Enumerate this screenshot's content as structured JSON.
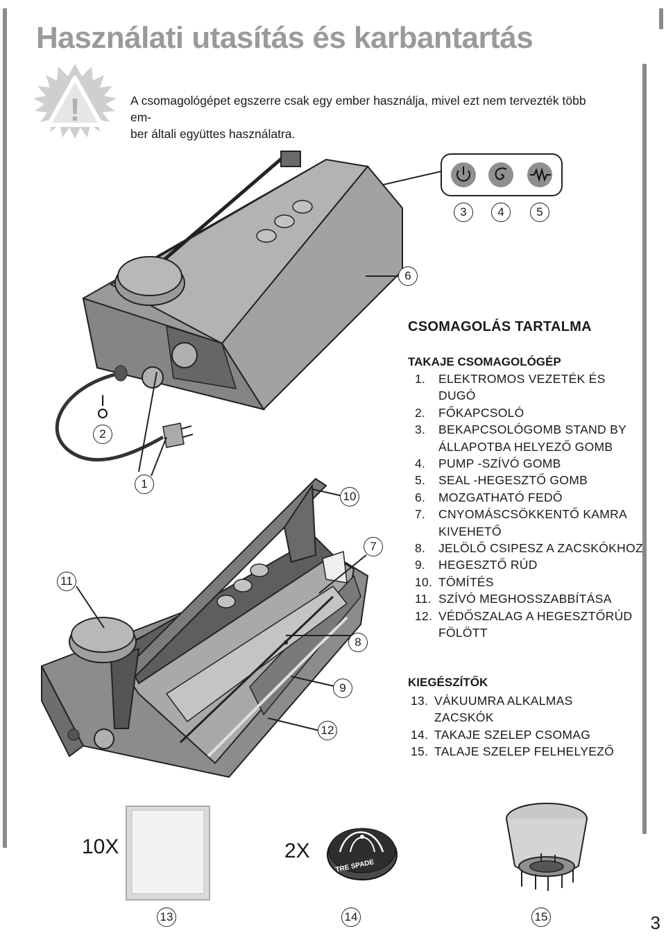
{
  "title": "Használati utasítás és karbantartás",
  "warning": {
    "icon": "warning-triangle-icon",
    "text_line1": "A csomagológépet egszerre csak egy ember használja, mivel ezt nem tervezték több em-",
    "text_line2": "ber általi együttes használatra."
  },
  "callouts": [
    "1",
    "2",
    "3",
    "4",
    "5",
    "6",
    "7",
    "8",
    "9",
    "10",
    "11",
    "12",
    "13",
    "14",
    "15"
  ],
  "control_icons": [
    "power-icon",
    "spiral-pump-icon",
    "seal-heater-icon"
  ],
  "contents": {
    "heading": "CSOMAGOLÁS TARTALMA",
    "machine_heading": "TAKAJE CSOMAGOLÓGÉP",
    "items": [
      {
        "n": "1.",
        "lines": [
          "ELEKTROMOS VEZETÉK ÉS",
          "DUGÓ"
        ]
      },
      {
        "n": "2.",
        "lines": [
          "FŐKAPCSOLÓ"
        ]
      },
      {
        "n": "3.",
        "lines": [
          "BEKAPCSOLÓGOMB STAND BY",
          "ÁLLAPOTBA HELYEZŐ GOMB"
        ]
      },
      {
        "n": "4.",
        "lines": [
          "PUMP -SZÍVÓ GOMB"
        ]
      },
      {
        "n": "5.",
        "lines": [
          "SEAL -HEGESZTŐ  GOMB"
        ]
      },
      {
        "n": "6.",
        "lines": [
          "MOZGATHATÓ FEDŐ"
        ]
      },
      {
        "n": "7.",
        "lines": [
          "CNYOMÁSCSÖKKENTŐ KAMRA",
          "KIVEHETŐ"
        ]
      },
      {
        "n": "8.",
        "lines": [
          "JELÖLŐ CSIPESZ A ZACSKÓKHOZ"
        ]
      },
      {
        "n": "9.",
        "lines": [
          "HEGESZTŐ RÚD"
        ]
      },
      {
        "n": "10.",
        "lines": [
          "TÖMÍTÉS"
        ]
      },
      {
        "n": "11.",
        "lines": [
          "SZÍVÓ MEGHOSSZABBÍTÁSA"
        ]
      },
      {
        "n": "12.",
        "lines": [
          "VÉDŐSZALAG A HEGESZTŐRÚD",
          "FÖLÖTT"
        ]
      }
    ],
    "accessories_heading": "KIEGÉSZÍTŐK",
    "accessories": [
      {
        "n": "13.",
        "lines": [
          "VÁKUUMRA ALKALMAS",
          "ZACSKÓK"
        ]
      },
      {
        "n": "14.",
        "lines": [
          "TAKAJE SZELEP CSOMAG"
        ]
      },
      {
        "n": "15.",
        "lines": [
          "TALAJE SZELEP FELHELYEZŐ"
        ]
      }
    ]
  },
  "bottom": {
    "bags_qty": "10X",
    "valve_qty": "2X",
    "valve_logo_text": "TRE SPADE"
  },
  "switch_marks": [
    "I",
    "O"
  ],
  "page_number": "3"
}
